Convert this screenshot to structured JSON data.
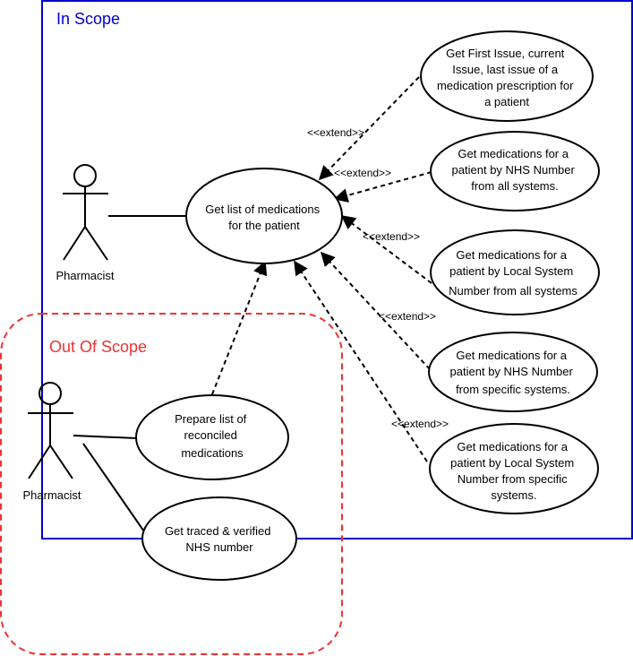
{
  "in_scope": {
    "title": "In Scope",
    "color": "#0000cc"
  },
  "out_scope": {
    "title": "Out Of Scope",
    "color": "#ee3333"
  },
  "actors": {
    "top": "Pharmacist",
    "bottom": "Pharmacist"
  },
  "use_cases": {
    "main": [
      "Get list of medications",
      "for the patient"
    ],
    "first_issue": [
      "Get First Issue, current",
      "Issue, last issue of a",
      "medication prescription for",
      "a patient"
    ],
    "nhs_all": [
      "Get medications for a",
      "patient by NHS Number",
      "from all systems."
    ],
    "local_all": [
      "Get medications for a",
      "patient by Local System",
      "Number from all systems"
    ],
    "nhs_specific": [
      "Get medications for a",
      "patient by NHS Number",
      "from specific systems."
    ],
    "local_specific": [
      "Get medications for a",
      "patient by Local System",
      "Number from specific",
      "systems."
    ],
    "reconciled": [
      "Prepare list of",
      "reconciled",
      "medications"
    ],
    "traced": [
      "Get traced & verified",
      "NHS number"
    ]
  },
  "extend_label": "<<extend>>"
}
